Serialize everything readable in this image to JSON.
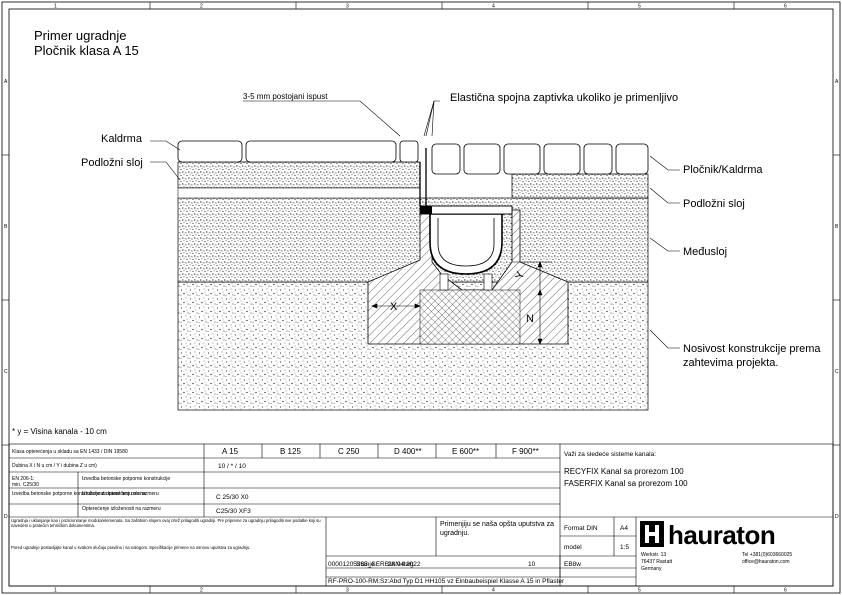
{
  "border": {
    "col_numbers": [
      "1",
      "2",
      "3",
      "4",
      "5",
      "6"
    ],
    "row_letters": [
      "A",
      "B",
      "C",
      "D"
    ]
  },
  "title": {
    "line1": "Primer ugradnje",
    "line2": "Pločnik klasa A 15"
  },
  "labels": {
    "gap_label": "3-5 mm postojani ispust",
    "seal_label": "Elastična spojna zaptivka ukoliko je primenljivo",
    "left_paving": "Kaldrma",
    "left_bedding": "Podložni sloj",
    "right_paving": "Pločnik/Kaldrma",
    "right_bedding": "Podložni sloj",
    "right_interlayer": "Međusloj",
    "right_load_line1": "Nosivost konstrukcije prema",
    "right_load_line2": "zahtevima projekta.",
    "dim_x": "X",
    "dim_y": "Y",
    "dim_n": "N",
    "footnote": "* y = Visina kanala - 10 cm"
  },
  "table": {
    "row1_label": "Klasa opterećenja u skladu sa EN 1433 / DIN 19580",
    "classes": [
      "A 15",
      "B 125",
      "C 250",
      "D 400**",
      "E 600**",
      "F 900**"
    ],
    "row2_label": "Dubina X i N u cm / Y i dubina Z u cm)",
    "row2_value": "10 / * / 10",
    "row3_label_a": "EN 206-1:",
    "row3_label_b": "min. C25/30",
    "row3_label_c": "Izvedba betonske potporne konstrukcije",
    "row4_label_a": "Izvedba betonske potporne konstrukcije za kanal bez oslona",
    "row4_label_b": "Izloženost opterećenju na razmeru",
    "row4_value": "C 25/30 X0",
    "row5_label": "Opterećenje izloženosti na razmeru",
    "row5_value": "C25/30 XF3",
    "systems_title": "Važi za sledeće sisteme kanala:",
    "system1": "RECYFIX Kanal sa prorezom 100",
    "system2": "FASERFIX Kanal sa prorezom 100"
  },
  "title_block": {
    "disclaimer1": "Ugradnja i uklanjanje kao i pozicioniranje modula/elemenata. Sa zaštitnim slojem ovaj crtež prilagoditi ugradnji. Pre pripreme za ugradnju prilagoditi sve podatke koji su navedeni u pratećim tehničkim dokumentima.",
    "disclaimer2": "Pored ugradnje postavljajte kanal u svakom slučaju pravilno i sa nalogom. Specifikacije primene na osnovu uputstva za ugradnju.",
    "note": "Primenjiju se naša opšta uputstva za ugradnju.",
    "format_label": "Format DIN",
    "format_value": "A4",
    "model_label": "model",
    "model_value": "1:5",
    "status_label": "Stanje",
    "date": "28.04.2022",
    "file": "00001205265_SERBIAN.dwg",
    "index": "10",
    "lang": "EB8w",
    "drawing_title": "RF-PRO-100-RM:Sz:Abd Typ D1 HH105 vz Einbaubeispiel Klasse A 15 in Pflaster",
    "company": "hauraton",
    "addr1": "Werkstr. 13",
    "addr2": "76437 Rastatt",
    "addr3": "Germany",
    "tel": "Tel +381(0)603660025",
    "mail": "office@hauraton.com"
  }
}
